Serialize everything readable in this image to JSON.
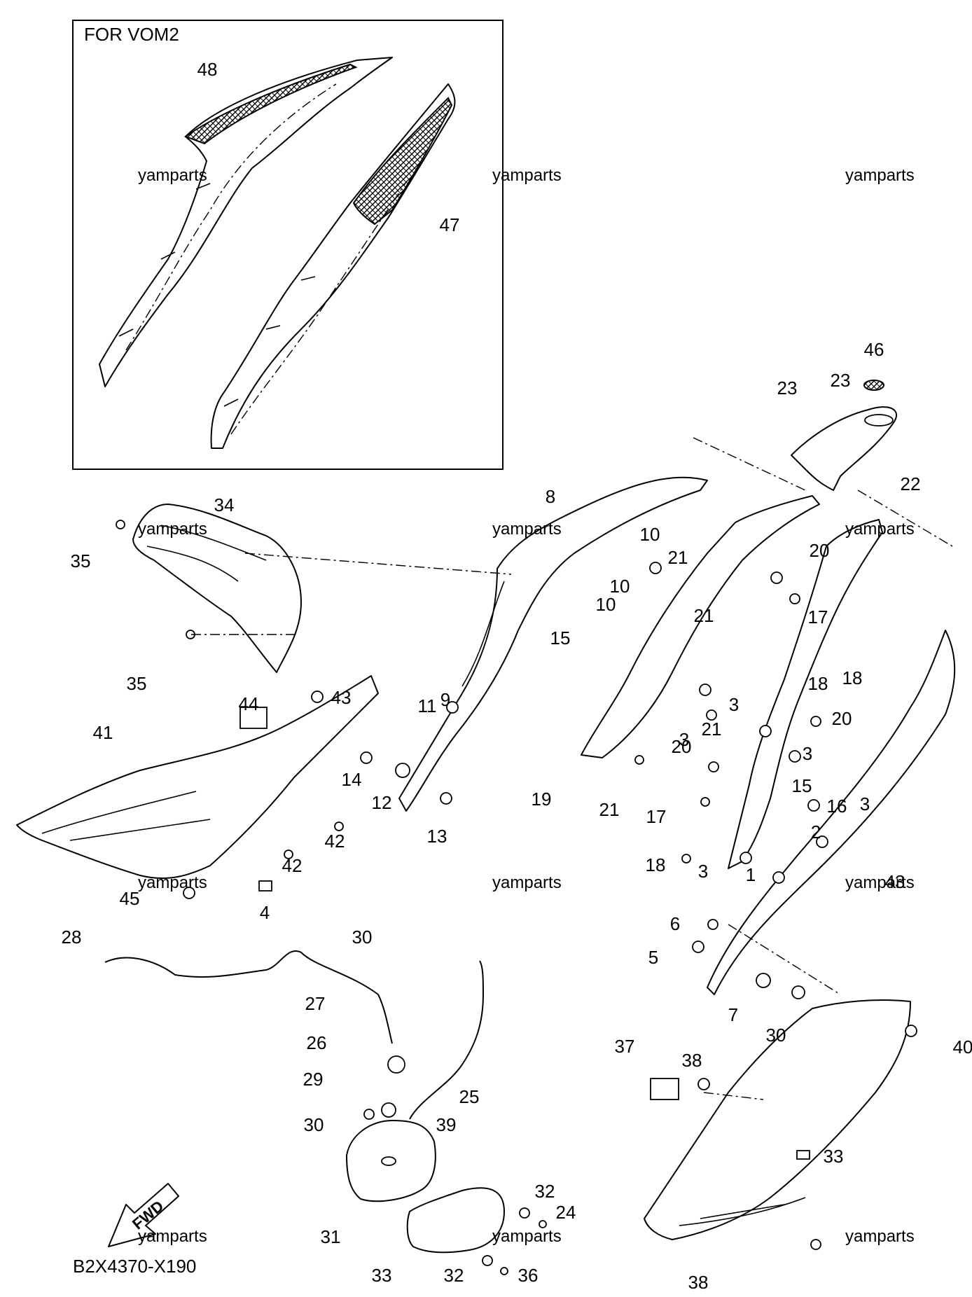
{
  "inset": {
    "title": "FOR VOM2"
  },
  "diagram_code": "B2X4370-X190",
  "fwd_label": "FWD",
  "watermark": "yamparts",
  "callouts": [
    "48",
    "47",
    "46",
    "23",
    "23",
    "22",
    "8",
    "10",
    "21",
    "20",
    "34",
    "35",
    "35",
    "9",
    "10",
    "15",
    "10",
    "21",
    "17",
    "18",
    "3",
    "20",
    "18",
    "3",
    "21",
    "43",
    "44",
    "11",
    "41",
    "14",
    "12",
    "13",
    "42",
    "42",
    "20",
    "19",
    "21",
    "17",
    "3",
    "3",
    "15",
    "16",
    "18",
    "3",
    "2",
    "1",
    "43",
    "45",
    "4",
    "6",
    "5",
    "7",
    "30",
    "28",
    "30",
    "27",
    "26",
    "29",
    "25",
    "30",
    "39",
    "37",
    "38",
    "40",
    "33",
    "32",
    "24",
    "31",
    "33",
    "32",
    "36",
    "38"
  ]
}
